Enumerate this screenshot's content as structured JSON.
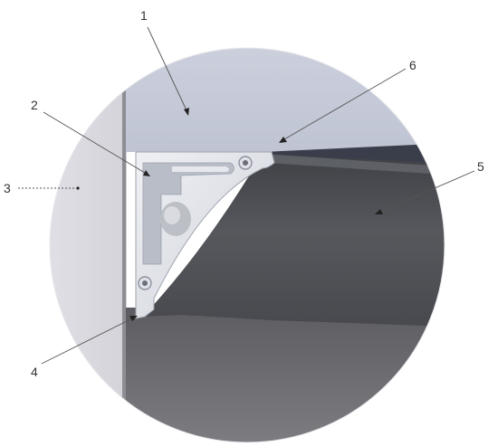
{
  "callouts": [
    {
      "id": "1",
      "label": "1"
    },
    {
      "id": "2",
      "label": "2"
    },
    {
      "id": "3",
      "label": "3"
    },
    {
      "id": "4",
      "label": "4"
    },
    {
      "id": "5",
      "label": "5"
    },
    {
      "id": "6",
      "label": "6"
    }
  ],
  "colors": {
    "wall": "#dedde4",
    "ceiling": "#c6cbda",
    "lower_area": "#6e6e72",
    "membrane": "#54565a",
    "profile": "#dfe1e7",
    "background": "#ffffff"
  }
}
